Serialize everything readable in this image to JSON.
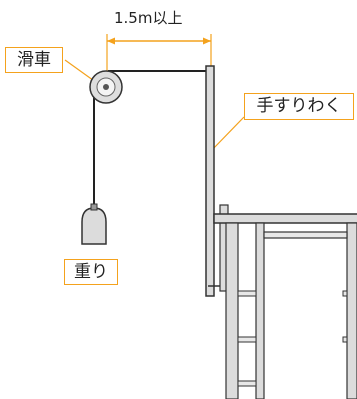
{
  "labels": {
    "pulley": "滑車",
    "distance": "1.5m以上",
    "handrail": "手すりわく",
    "weight": "重り"
  },
  "colors": {
    "callout": "#f4a21d",
    "structure_fill": "#dcdcdc",
    "outline": "#333333"
  },
  "icons": [
    "pulley-icon",
    "weight-icon"
  ]
}
